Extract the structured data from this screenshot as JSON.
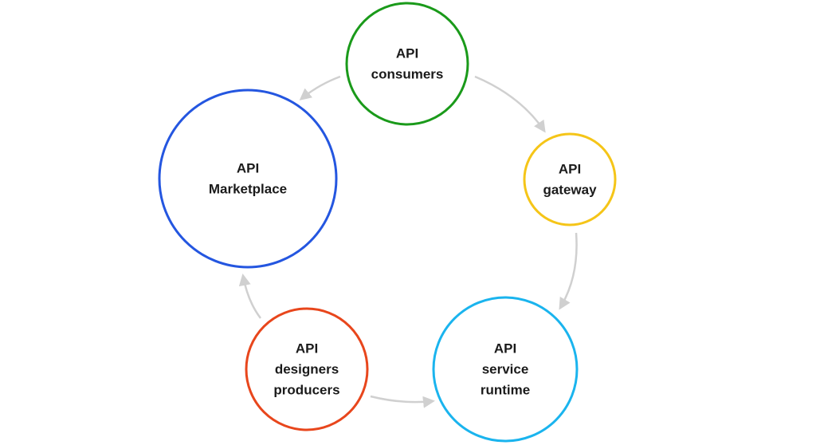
{
  "nodes": [
    {
      "id": "consumers",
      "lines": [
        "API",
        "consumers"
      ],
      "color": "#1a9a1a"
    },
    {
      "id": "marketplace",
      "lines": [
        "API",
        "Marketplace"
      ],
      "color": "#2456e0"
    },
    {
      "id": "gateway",
      "lines": [
        "API",
        "gateway"
      ],
      "color": "#f5c518"
    },
    {
      "id": "designers",
      "lines": [
        "API",
        "designers",
        "producers"
      ],
      "color": "#e8461c"
    },
    {
      "id": "runtime",
      "lines": [
        "API",
        "service",
        "runtime"
      ],
      "color": "#1ab4ee"
    }
  ],
  "edges": [
    {
      "from": "consumers",
      "to": "marketplace"
    },
    {
      "from": "consumers",
      "to": "gateway"
    },
    {
      "from": "gateway",
      "to": "runtime"
    },
    {
      "from": "designers",
      "to": "runtime"
    },
    {
      "from": "designers",
      "to": "marketplace"
    }
  ],
  "colors": {
    "connector": "#d0d0d0",
    "label": "#1a1a1a",
    "background": "#ffffff"
  }
}
